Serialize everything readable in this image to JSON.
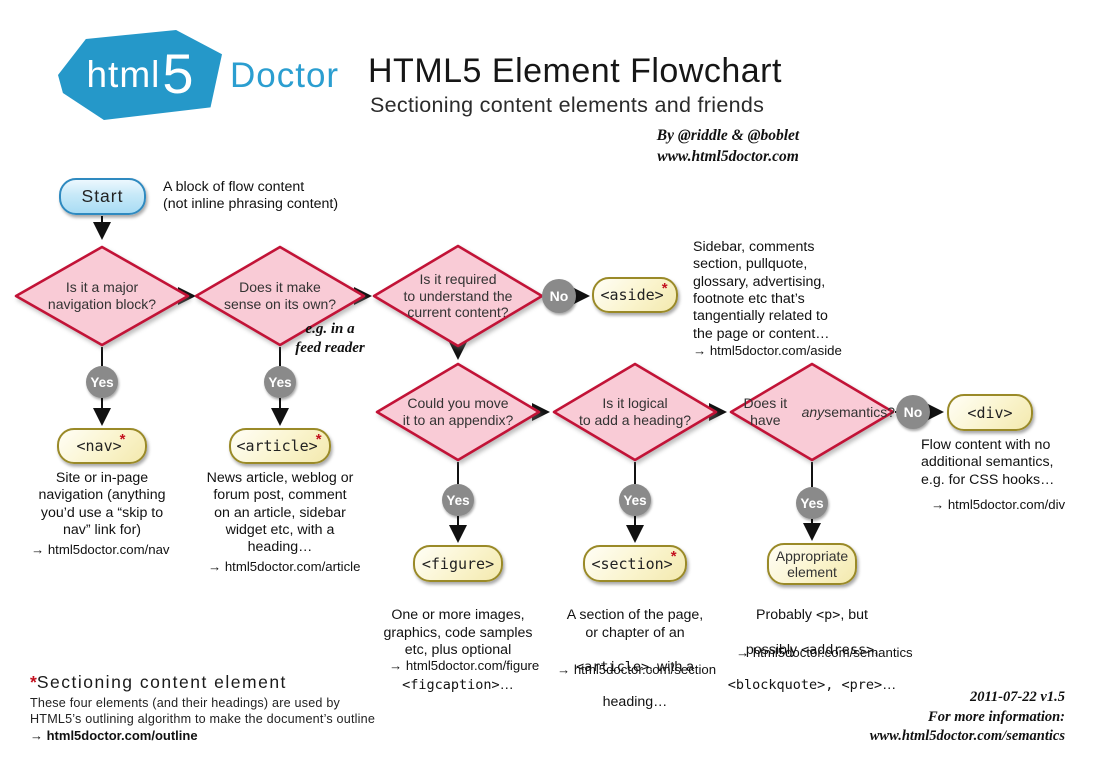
{
  "header": {
    "logo_html": "html",
    "logo_5": "5",
    "brand": "Doctor",
    "title": "HTML5 Element Flowchart",
    "subtitle": "Sectioning content elements and friends",
    "byline1": "By @riddle & @boblet",
    "byline2": "www.html5doctor.com"
  },
  "labels": {
    "yes": "Yes",
    "no": "No",
    "asterisk": "*"
  },
  "colors": {
    "brand_blue": "#2598c9",
    "diamond_fill": "#f9cbd6",
    "diamond_border": "#c21337",
    "node_fill": "#faf4cd",
    "node_border": "#9a8a28",
    "circle_gray": "#8a8a8a",
    "asterisk_red": "#c3111f"
  },
  "start": {
    "label": "Start",
    "note": "A block of flow content\n(not inline phrasing content)"
  },
  "decisions": {
    "d1": "Is it a major\nnavigation block?",
    "d2": "Does it make\nsense on its own?",
    "d2_note": "e.g. in a\nfeed reader",
    "d3": "Is it required\nto understand the\ncurrent content?",
    "d4": "Could you move\nit to an appendix?",
    "d5": "Is it logical\nto add a heading?",
    "d6_line1": "Does it have",
    "d6_italic": "any",
    "d6_rest": " semantics?"
  },
  "nodes": {
    "aside": {
      "tag": "<aside>",
      "desc": "Sidebar, comments\nsection, pullquote,\nglossary, advertising,\nfootnote etc that’s\ntangentially related to\nthe page or content…",
      "link": "→ html5doctor.com/aside"
    },
    "nav": {
      "tag": "<nav>",
      "desc": "Site or in-page\nnavigation (anything\nyou’d use a “skip to\nnav” link for)",
      "link": "→ html5doctor.com/nav"
    },
    "article": {
      "tag": "<article>",
      "desc": "News article, weblog or\nforum post, comment\non an article, sidebar\nwidget etc, with a\nheading…",
      "link": "→ html5doctor.com/article"
    },
    "div": {
      "tag": "<div>",
      "desc": "Flow content with no\nadditional semantics,\ne.g. for CSS hooks…",
      "link": "→ html5doctor.com/div"
    },
    "figure": {
      "tag": "<figure>",
      "desc": "One or more images,\ngraphics, code samples\netc, plus optional",
      "desc_code": "<figcaption>",
      "desc_tail": "…",
      "link": "→ html5doctor.com/figure"
    },
    "section": {
      "tag": "<section>",
      "desc": "A section of the page,\nor chapter of an",
      "desc_code": "<article>",
      "desc_mid": ", with a",
      "desc_tail": "heading…",
      "link": "→ html5doctor.com/section"
    },
    "appropriate": {
      "label": "Appropriate\nelement",
      "p1": "Probably ",
      "c1": "<p>",
      "p2": ", but",
      "p3": "possibly ",
      "c2": "<address>",
      "p4": ",",
      "c3": "<blockquote>, <pre>",
      "p5": "…",
      "link": "→ html5doctor.com/semantics"
    }
  },
  "footnote": {
    "asterisk": "*",
    "heading": "Sectioning content element",
    "body": "These four elements (and their headings) are used by\nHTML5’s outlining algorithm to make the document’s outline",
    "link": "→ html5doctor.com/outline"
  },
  "footer": {
    "version": "2011-07-22 v1.5",
    "info_label": "For more information:",
    "info_url": "www.html5doctor.com/semantics"
  }
}
